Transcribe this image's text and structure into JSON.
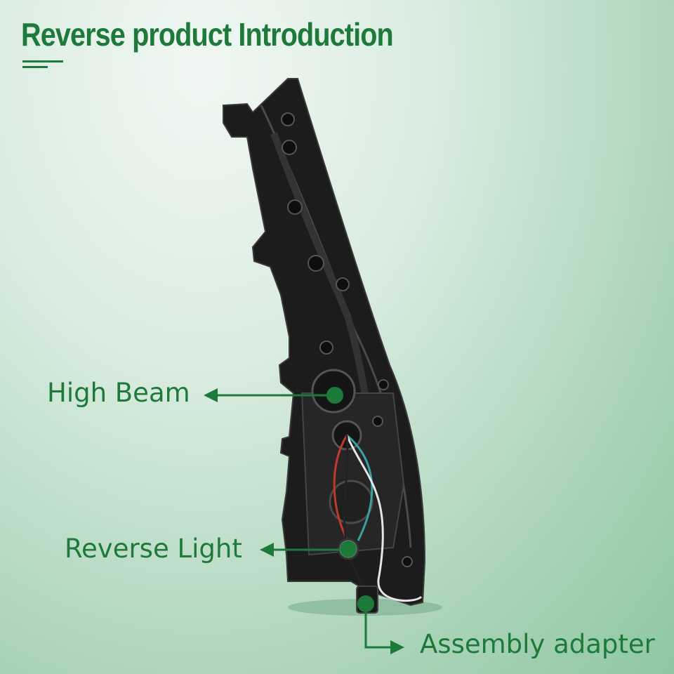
{
  "title": "Reverse product Introduction",
  "labels": {
    "high_beam": "High Beam",
    "reverse_light": "Reverse Light",
    "assembly_adapter": "Assembly adapter"
  },
  "colors": {
    "accent": "#1d7a3a",
    "background": "#a9d3b7",
    "housing": "#1a1a1a"
  }
}
